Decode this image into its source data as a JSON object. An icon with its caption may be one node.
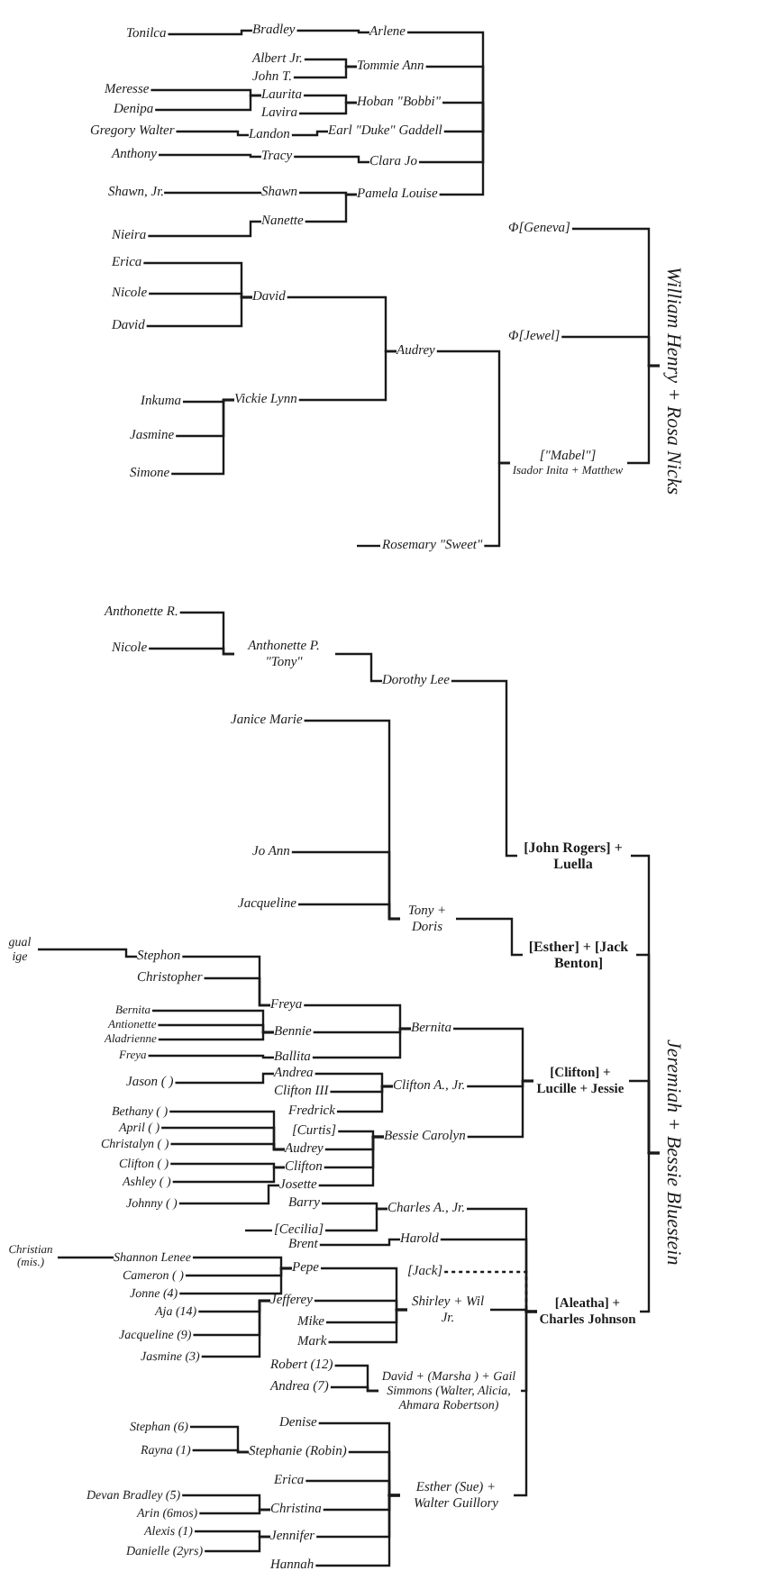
{
  "diagram": {
    "nodes": [
      {
        "text": [
          "Tonilca"
        ]
      },
      {
        "text": [
          "Bradley"
        ]
      },
      {
        "text": [
          "Arlene"
        ]
      },
      {
        "text": [
          "Albert Jr."
        ]
      },
      {
        "text": [
          "John T."
        ]
      },
      {
        "text": [
          "Tommie Ann"
        ]
      },
      {
        "text": [
          "Meresse"
        ]
      },
      {
        "text": [
          "Denipa"
        ]
      },
      {
        "text": [
          "Laurita"
        ]
      },
      {
        "text": [
          "Lavira"
        ]
      },
      {
        "text": [
          "Hoban \"Bobbi\""
        ]
      },
      {
        "text": [
          "Gregory Walter"
        ]
      },
      {
        "text": [
          "Landon"
        ]
      },
      {
        "text": [
          "Earl \"Duke\" Gaddell"
        ]
      },
      {
        "text": [
          "Anthony"
        ]
      },
      {
        "text": [
          "Tracy"
        ]
      },
      {
        "text": [
          "Clara Jo"
        ]
      },
      {
        "text": [
          "Shawn, Jr."
        ]
      },
      {
        "text": [
          "Shawn"
        ]
      },
      {
        "text": [
          "Pamela Louise"
        ]
      },
      {
        "text": [
          "Nieira"
        ]
      },
      {
        "text": [
          "Nanette"
        ]
      },
      {
        "text": [
          "Φ[Geneva]"
        ]
      },
      {
        "text": [
          "Erica"
        ]
      },
      {
        "text": [
          "Nicole"
        ]
      },
      {
        "text": [
          "David"
        ]
      },
      {
        "text": [
          "David"
        ]
      },
      {
        "text": [
          "Φ[Jewel]"
        ]
      },
      {
        "text": [
          "Audrey"
        ]
      },
      {
        "text": [
          "Inkuma"
        ]
      },
      {
        "text": [
          "Vickie Lynn"
        ]
      },
      {
        "text": [
          "Jasmine"
        ]
      },
      {
        "text": [
          "[\"Mabel\"]",
          "Isador Inita + Matthew"
        ]
      },
      {
        "text": [
          "William Henry + Rosa Nicks"
        ]
      },
      {
        "text": [
          "Simone"
        ]
      },
      {
        "text": [
          "Rosemary \"Sweet\""
        ]
      },
      {
        "text": [
          "Anthonette R."
        ]
      },
      {
        "text": [
          "Nicole"
        ]
      },
      {
        "text": [
          "Anthonette P. \"Tony\""
        ]
      },
      {
        "text": [
          "Dorothy Lee"
        ]
      },
      {
        "text": [
          "Janice Marie"
        ]
      },
      {
        "text": [
          "Jo Ann"
        ]
      },
      {
        "text": [
          "[John Rogers] + Luella"
        ]
      },
      {
        "text": [
          "Jacqueline"
        ]
      },
      {
        "text": [
          "Tony + Doris"
        ]
      },
      {
        "text": [
          "gual ige"
        ]
      },
      {
        "text": [
          "Stephon"
        ]
      },
      {
        "text": [
          "[Esther] + [Jack Benton]"
        ]
      },
      {
        "text": [
          "Christopher"
        ]
      },
      {
        "text": [
          "Freya"
        ]
      },
      {
        "text": [
          "Bernita"
        ]
      },
      {
        "text": [
          "Antionette"
        ]
      },
      {
        "text": [
          "Bennie"
        ]
      },
      {
        "text": [
          "Bernita"
        ]
      },
      {
        "text": [
          "Aladrienne"
        ]
      },
      {
        "text": [
          "Freya"
        ]
      },
      {
        "text": [
          "Ballita"
        ]
      },
      {
        "text": [
          "[Clifton] + Lucille + Jessie"
        ]
      },
      {
        "text": [
          "Jason ( )"
        ]
      },
      {
        "text": [
          "Andrea"
        ]
      },
      {
        "text": [
          "Clifton III"
        ]
      },
      {
        "text": [
          "Clifton A., Jr."
        ]
      },
      {
        "text": [
          "Fredrick"
        ]
      },
      {
        "text": [
          "Bethany ( )"
        ]
      },
      {
        "text": [
          "April ( )"
        ]
      },
      {
        "text": [
          "[Curtis]"
        ]
      },
      {
        "text": [
          "Bessie Carolyn"
        ]
      },
      {
        "text": [
          "Christalyn ( )"
        ]
      },
      {
        "text": [
          "Audrey"
        ]
      },
      {
        "text": [
          "Clifton ( )"
        ]
      },
      {
        "text": [
          "Clifton"
        ]
      },
      {
        "text": [
          "Ashley ( )"
        ]
      },
      {
        "text": [
          "Josette"
        ]
      },
      {
        "text": [
          "Johnny ( )"
        ]
      },
      {
        "text": [
          "Barry"
        ]
      },
      {
        "text": [
          "Charles A., Jr."
        ]
      },
      {
        "text": [
          "Jeremiah + Bessie Bluestein"
        ]
      },
      {
        "text": [
          "[Cecilia]"
        ]
      },
      {
        "text": [
          "Brent"
        ]
      },
      {
        "text": [
          "Harold"
        ]
      },
      {
        "text": [
          "Christian (mis.)"
        ]
      },
      {
        "text": [
          "Shannon Lenee"
        ]
      },
      {
        "text": [
          "Pepe"
        ]
      },
      {
        "text": [
          "Cameron ( )"
        ]
      },
      {
        "text": [
          "[Jack]"
        ]
      },
      {
        "text": [
          "Jonne (4)"
        ]
      },
      {
        "text": [
          "Jefferey"
        ]
      },
      {
        "text": [
          "[Aleatha] + Charles Johnson"
        ]
      },
      {
        "text": [
          "Aja (14)"
        ]
      },
      {
        "text": [
          "Mike"
        ]
      },
      {
        "text": [
          "Shirley + Wil Jr."
        ]
      },
      {
        "text": [
          "Jacqueline (9)"
        ]
      },
      {
        "text": [
          "Mark"
        ]
      },
      {
        "text": [
          "Jasmine (3)"
        ]
      },
      {
        "text": [
          "Robert (12)"
        ]
      },
      {
        "text": [
          "David + (Marsha ) + Gail Simmons (Walter, Alicia, Ahmara Robertson)"
        ]
      },
      {
        "text": [
          "Andrea (7)"
        ]
      },
      {
        "text": [
          "Denise"
        ]
      },
      {
        "text": [
          "Stephan (6)"
        ]
      },
      {
        "text": [
          "Stephanie (Robin)"
        ]
      },
      {
        "text": [
          "Rayna (1)"
        ]
      },
      {
        "text": [
          "Erica"
        ]
      },
      {
        "text": [
          "Esther (Sue) + Walter Guillory"
        ]
      },
      {
        "text": [
          "Devan Bradley (5)"
        ]
      },
      {
        "text": [
          "Arin (6mos)"
        ]
      },
      {
        "text": [
          "Christina"
        ]
      },
      {
        "text": [
          "Alexis (1)"
        ]
      },
      {
        "text": [
          "Jennifer"
        ]
      },
      {
        "text": [
          "Danielle (2yrs)"
        ]
      },
      {
        "text": [
          "Hannah"
        ]
      }
    ],
    "edges": [
      {
        "from": 0,
        "to": 1,
        "arrow": "none"
      },
      {
        "from": 1,
        "to": 2,
        "arrow": "none"
      },
      {
        "from": 2,
        "to": null,
        "arrow": "none"
      },
      {
        "from": 3,
        "to": 5,
        "arrow": "none"
      },
      {
        "from": 4,
        "to": 5,
        "arrow": "none"
      },
      {
        "from": 5,
        "to": null,
        "arrow": "none"
      },
      {
        "from": 6,
        "to": 8,
        "arrow": "none"
      },
      {
        "from": 7,
        "to": 8,
        "arrow": "none"
      },
      {
        "from": 8,
        "to": 10,
        "arrow": "none"
      },
      {
        "from": 9,
        "to": 10,
        "arrow": "none"
      },
      {
        "from": 10,
        "to": null,
        "arrow": "none"
      },
      {
        "from": 11,
        "to": 12,
        "arrow": "none"
      },
      {
        "from": 12,
        "to": 13,
        "arrow": "none"
      },
      {
        "from": 13,
        "to": null,
        "arrow": "none"
      },
      {
        "from": 14,
        "to": 15,
        "arrow": "none"
      },
      {
        "from": 15,
        "to": 16,
        "arrow": "none"
      },
      {
        "from": 16,
        "to": null,
        "arrow": "none"
      },
      {
        "from": 17,
        "to": 18,
        "arrow": "none"
      },
      {
        "from": 18,
        "to": 19,
        "arrow": "none"
      },
      {
        "from": 21,
        "to": 19,
        "arrow": "none"
      },
      {
        "from": 19,
        "to": null,
        "arrow": "none"
      },
      {
        "from": 20,
        "to": 21,
        "arrow": "none"
      },
      {
        "from": 22,
        "to": 33,
        "arrow": "none"
      },
      {
        "from": 23,
        "to": 26,
        "arrow": "none"
      },
      {
        "from": 24,
        "to": 26,
        "arrow": "none"
      },
      {
        "from": 25,
        "to": 26,
        "arrow": "none"
      },
      {
        "from": 26,
        "to": 28,
        "arrow": "none"
      },
      {
        "from": 30,
        "to": 28,
        "arrow": "none"
      },
      {
        "from": 27,
        "to": 33,
        "arrow": "none"
      },
      {
        "from": 28,
        "to": 32,
        "arrow": "none"
      },
      {
        "from": 29,
        "to": 30,
        "arrow": "none"
      },
      {
        "from": 31,
        "to": 30,
        "arrow": "none"
      },
      {
        "from": 34,
        "to": 30,
        "arrow": "none"
      },
      {
        "from": 32,
        "to": 33,
        "arrow": "none"
      },
      {
        "from": 35,
        "to": 32,
        "arrow": "none"
      },
      {
        "from": null,
        "to": 35,
        "arrow": "none"
      },
      {
        "from": 36,
        "to": 38,
        "arrow": "none"
      },
      {
        "from": 37,
        "to": 38,
        "arrow": "none"
      },
      {
        "from": 38,
        "to": 39,
        "arrow": "none"
      },
      {
        "from": 39,
        "to": 42,
        "arrow": "none"
      },
      {
        "from": 40,
        "to": 44,
        "arrow": "none"
      },
      {
        "from": 41,
        "to": 44,
        "arrow": "none"
      },
      {
        "from": 43,
        "to": 44,
        "arrow": "none"
      },
      {
        "from": 44,
        "to": 47,
        "arrow": "none"
      },
      {
        "from": 42,
        "to": 76,
        "arrow": "none"
      },
      {
        "from": 47,
        "to": 76,
        "arrow": "none"
      },
      {
        "from": 45,
        "to": 46,
        "arrow": "none"
      },
      {
        "from": 46,
        "to": 49,
        "arrow": "none"
      },
      {
        "from": 48,
        "to": 49,
        "arrow": "none"
      },
      {
        "from": 49,
        "to": 53,
        "arrow": "none"
      },
      {
        "from": 52,
        "to": 53,
        "arrow": "none"
      },
      {
        "from": 56,
        "to": 53,
        "arrow": "none"
      },
      {
        "from": 50,
        "to": 52,
        "arrow": "none"
      },
      {
        "from": 51,
        "to": 52,
        "arrow": "none"
      },
      {
        "from": 54,
        "to": 52,
        "arrow": "none"
      },
      {
        "from": 55,
        "to": 56,
        "arrow": "none"
      },
      {
        "from": 53,
        "to": 57,
        "arrow": "none"
      },
      {
        "from": 61,
        "to": 57,
        "arrow": "none"
      },
      {
        "from": 66,
        "to": 57,
        "arrow": "none"
      },
      {
        "from": 57,
        "to": 76,
        "arrow": "none"
      },
      {
        "from": 58,
        "to": 59,
        "arrow": "none"
      },
      {
        "from": 59,
        "to": 61,
        "arrow": "none"
      },
      {
        "from": 60,
        "to": 61,
        "arrow": "none"
      },
      {
        "from": 62,
        "to": 61,
        "arrow": "none"
      },
      {
        "from": 65,
        "to": 66,
        "arrow": "none"
      },
      {
        "from": 68,
        "to": 66,
        "arrow": "none"
      },
      {
        "from": 70,
        "to": 66,
        "arrow": "none"
      },
      {
        "from": 72,
        "to": 66,
        "arrow": "none"
      },
      {
        "from": 63,
        "to": 68,
        "arrow": "none"
      },
      {
        "from": 64,
        "to": 68,
        "arrow": "none"
      },
      {
        "from": 67,
        "to": 68,
        "arrow": "none"
      },
      {
        "from": 69,
        "to": 70,
        "arrow": "none"
      },
      {
        "from": 71,
        "to": 70,
        "arrow": "none"
      },
      {
        "from": 73,
        "to": 72,
        "arrow": "none"
      },
      {
        "from": 74,
        "to": 75,
        "arrow": "none"
      },
      {
        "from": 77,
        "to": 75,
        "arrow": "none"
      },
      {
        "from": null,
        "to": 77,
        "arrow": "none"
      },
      {
        "from": 78,
        "to": 79,
        "arrow": "none"
      },
      {
        "from": 75,
        "to": 87,
        "arrow": "none"
      },
      {
        "from": 79,
        "to": 87,
        "arrow": "none"
      },
      {
        "from": 80,
        "to": 81,
        "arrow": "none"
      },
      {
        "from": 81,
        "to": 82,
        "arrow": "none"
      },
      {
        "from": 83,
        "to": 82,
        "arrow": "none"
      },
      {
        "from": 85,
        "to": 82,
        "arrow": "none"
      },
      {
        "from": 82,
        "to": 90,
        "arrow": "none"
      },
      {
        "from": 86,
        "to": 90,
        "arrow": "none"
      },
      {
        "from": 84,
        "to": 87,
        "arrow": "none",
        "style": "dashed"
      },
      {
        "from": 90,
        "to": 87,
        "arrow": "none"
      },
      {
        "from": 88,
        "to": 86,
        "arrow": "none"
      },
      {
        "from": 91,
        "to": 86,
        "arrow": "none"
      },
      {
        "from": 93,
        "to": 86,
        "arrow": "none"
      },
      {
        "from": 89,
        "to": 90,
        "arrow": "none"
      },
      {
        "from": 92,
        "to": 90,
        "arrow": "none"
      },
      {
        "from": 94,
        "to": 95,
        "arrow": "none"
      },
      {
        "from": 96,
        "to": 95,
        "arrow": "none"
      },
      {
        "from": 95,
        "to": 87,
        "arrow": "none"
      },
      {
        "from": 98,
        "to": 99,
        "arrow": "none"
      },
      {
        "from": 100,
        "to": 99,
        "arrow": "none"
      },
      {
        "from": 97,
        "to": 102,
        "arrow": "none"
      },
      {
        "from": 99,
        "to": 102,
        "arrow": "none"
      },
      {
        "from": 101,
        "to": 102,
        "arrow": "none"
      },
      {
        "from": 105,
        "to": 102,
        "arrow": "none"
      },
      {
        "from": 107,
        "to": 102,
        "arrow": "none"
      },
      {
        "from": 109,
        "to": 102,
        "arrow": "none"
      },
      {
        "from": 103,
        "to": 105,
        "arrow": "none"
      },
      {
        "from": 104,
        "to": 105,
        "arrow": "none"
      },
      {
        "from": 106,
        "to": 107,
        "arrow": "none"
      },
      {
        "from": 108,
        "to": 107,
        "arrow": "none"
      },
      {
        "from": 102,
        "to": 87,
        "arrow": "none"
      },
      {
        "from": 87,
        "to": 76,
        "arrow": "none"
      }
    ]
  }
}
